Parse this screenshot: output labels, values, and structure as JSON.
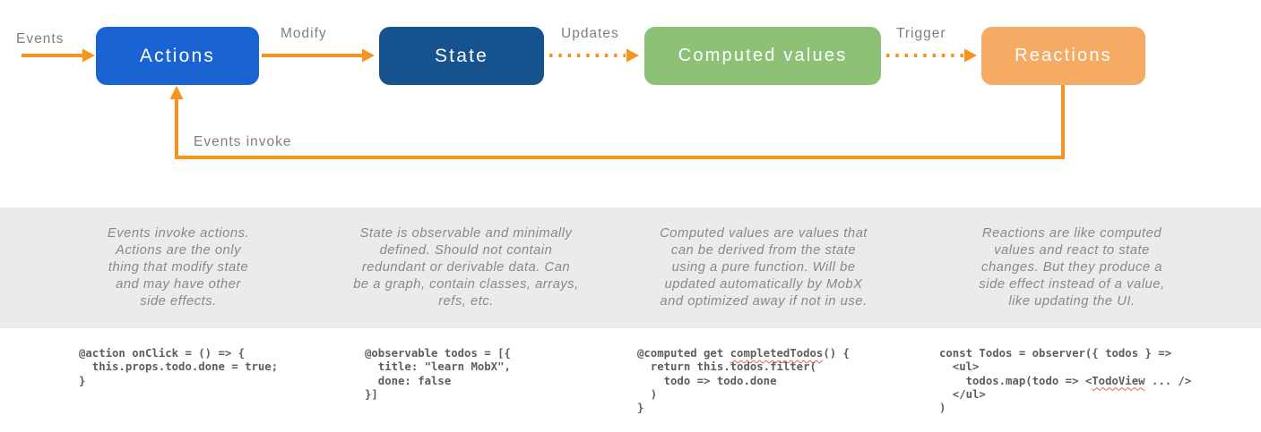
{
  "diagram": {
    "nodes": {
      "actions": {
        "label": "Actions",
        "color": "#1a63d2"
      },
      "state": {
        "label": "State",
        "color": "#16528e"
      },
      "computed": {
        "label": "Computed values",
        "color": "#8dc176"
      },
      "reactions": {
        "label": "Reactions",
        "color": "#f5ab64"
      }
    },
    "labels": {
      "events": "Events",
      "modify": "Modify",
      "updates": "Updates",
      "trigger": "Trigger",
      "events_invoke": "Events invoke"
    },
    "arrow_color": "#f7941e",
    "label_color": "#7d7f82"
  },
  "descriptions": {
    "actions": {
      "lines": [
        "Events invoke actions.",
        "Actions are the only",
        "thing that modify state",
        "and may have other",
        "side effects."
      ]
    },
    "state": {
      "lines": [
        "State is observable and minimally",
        "defined. Should not contain",
        "redundant or derivable data. Can",
        "be a graph, contain classes, arrays,",
        "refs, etc."
      ]
    },
    "computed": {
      "lines": [
        "Computed values are values that",
        "can be derived from the state",
        "using a pure function. Will be",
        "updated automatically by MobX",
        "and optimized away if not in use."
      ]
    },
    "reactions": {
      "lines": [
        "Reactions are like computed",
        "values and react to state",
        "changes. But they produce a",
        "side effect instead of a value,",
        "like updating the UI."
      ]
    }
  },
  "code": {
    "action": {
      "l1": "@action onClick = () => {",
      "l2": "  this.props.todo.done = true;",
      "l3": "}"
    },
    "observable": {
      "l1": "@observable todos = [{",
      "l2": "  title: \"learn MobX\",",
      "l3": "  done: false",
      "l4": "}]"
    },
    "computed": {
      "l1a": "@computed get ",
      "l1b": "completedTodos",
      "l1c": "() {",
      "l2": "  return this.todos.filter(",
      "l3": "    todo => todo.done",
      "l4": "  )",
      "l5": "}"
    },
    "observer": {
      "l1": "const Todos = observer({ todos } =>",
      "l2": "  <ul>",
      "l3a": "    todos.map(todo => <",
      "l3b": "TodoView",
      "l3c": " ... />",
      "l4": "  </ul>",
      "l5": ")"
    }
  }
}
